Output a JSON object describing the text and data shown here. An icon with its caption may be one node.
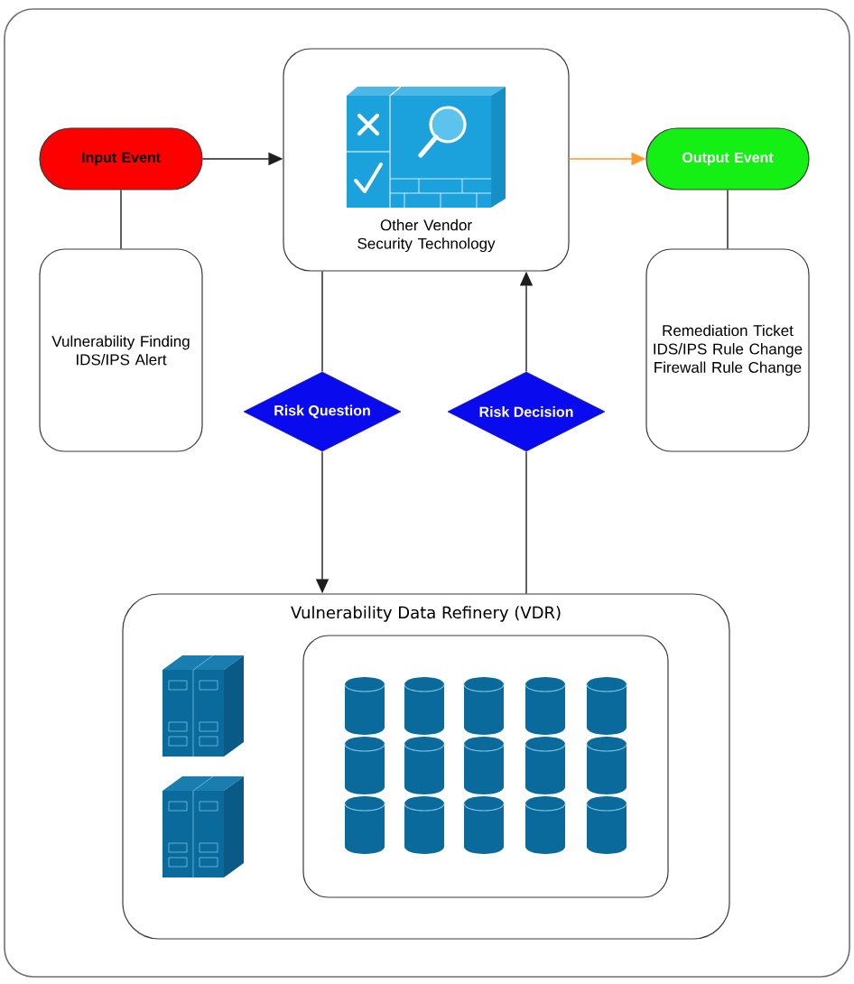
{
  "diagram": {
    "nodes": [
      {
        "text": [
          "Input Event"
        ]
      },
      {
        "text": [
          "Other Vendor Security Technology"
        ]
      },
      {
        "text": [
          "Output Event"
        ]
      },
      {
        "text": [
          "Vulnerability Finding IDS/IPS Alert"
        ]
      },
      {
        "text": [
          "Remediation Ticket IDS/IPS Rule Change Firewall Rule Change"
        ]
      },
      {
        "text": [
          "Risk Question"
        ]
      },
      {
        "text": [
          "Risk Decision"
        ]
      },
      {
        "text": [
          "Vulnerability Data Refinery (VDR)"
        ]
      },
      {
        "text": [],
        "shape": "box",
        "in": 7
      }
    ],
    "edges": [
      {
        "from": 0,
        "to": 1,
        "arrow": "to"
      },
      {
        "from": 0,
        "to": 3,
        "arrow": "none"
      },
      {
        "from": 1,
        "to": 2,
        "arrow": "to",
        "color": "#ff9a2e"
      },
      {
        "from": 2,
        "to": 4,
        "arrow": "none"
      },
      {
        "from": 1,
        "to": 5,
        "arrow": "none"
      },
      {
        "from": 5,
        "to": 7,
        "arrow": "to"
      },
      {
        "from": 7,
        "to": 6,
        "arrow": "none"
      },
      {
        "from": 6,
        "to": 1,
        "arrow": "to"
      }
    ]
  }
}
